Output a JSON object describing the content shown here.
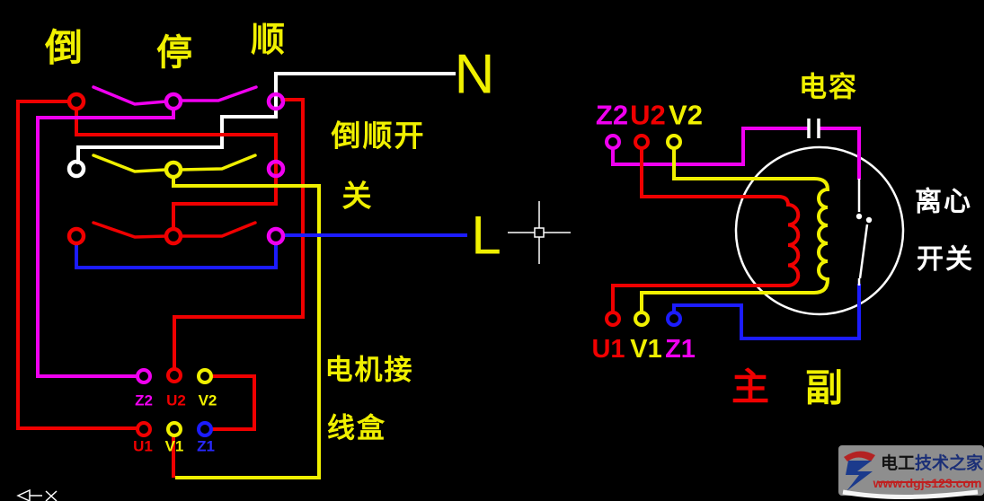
{
  "palette": {
    "background": "#000000",
    "yellow": "#f0f000",
    "magenta": "#f000f0",
    "red": "#f00000",
    "blue": "#1c1cff",
    "white": "#ffffff"
  },
  "switch_panel": {
    "position_labels": {
      "reverse": "倒",
      "stop": "停",
      "forward": "顺"
    },
    "name_line1": "倒顺开",
    "name_line2": "关"
  },
  "supply": {
    "neutral": "N",
    "live": "L"
  },
  "junction_box": {
    "caption_line1": "电机接",
    "caption_line2": "线盒",
    "top_terminals": [
      {
        "id": "Z2"
      },
      {
        "id": "U2"
      },
      {
        "id": "V2"
      }
    ],
    "bottom_terminals": [
      {
        "id": "U1"
      },
      {
        "id": "V1"
      },
      {
        "id": "Z1"
      }
    ]
  },
  "motor": {
    "top_terminals": [
      {
        "id": "Z2"
      },
      {
        "id": "U2"
      },
      {
        "id": "V2"
      }
    ],
    "bottom_terminals": [
      {
        "id": "U1"
      },
      {
        "id": "V1"
      },
      {
        "id": "Z1"
      }
    ],
    "capacitor_label": "电容",
    "centrifugal_line1": "离心",
    "centrifugal_line2": "开关",
    "main_winding_label": "主",
    "aux_winding_label": "副"
  },
  "watermark": {
    "site_name_part1": "电工",
    "site_name_part2": "技术之家",
    "site_url": "www.dgjs123.com"
  }
}
